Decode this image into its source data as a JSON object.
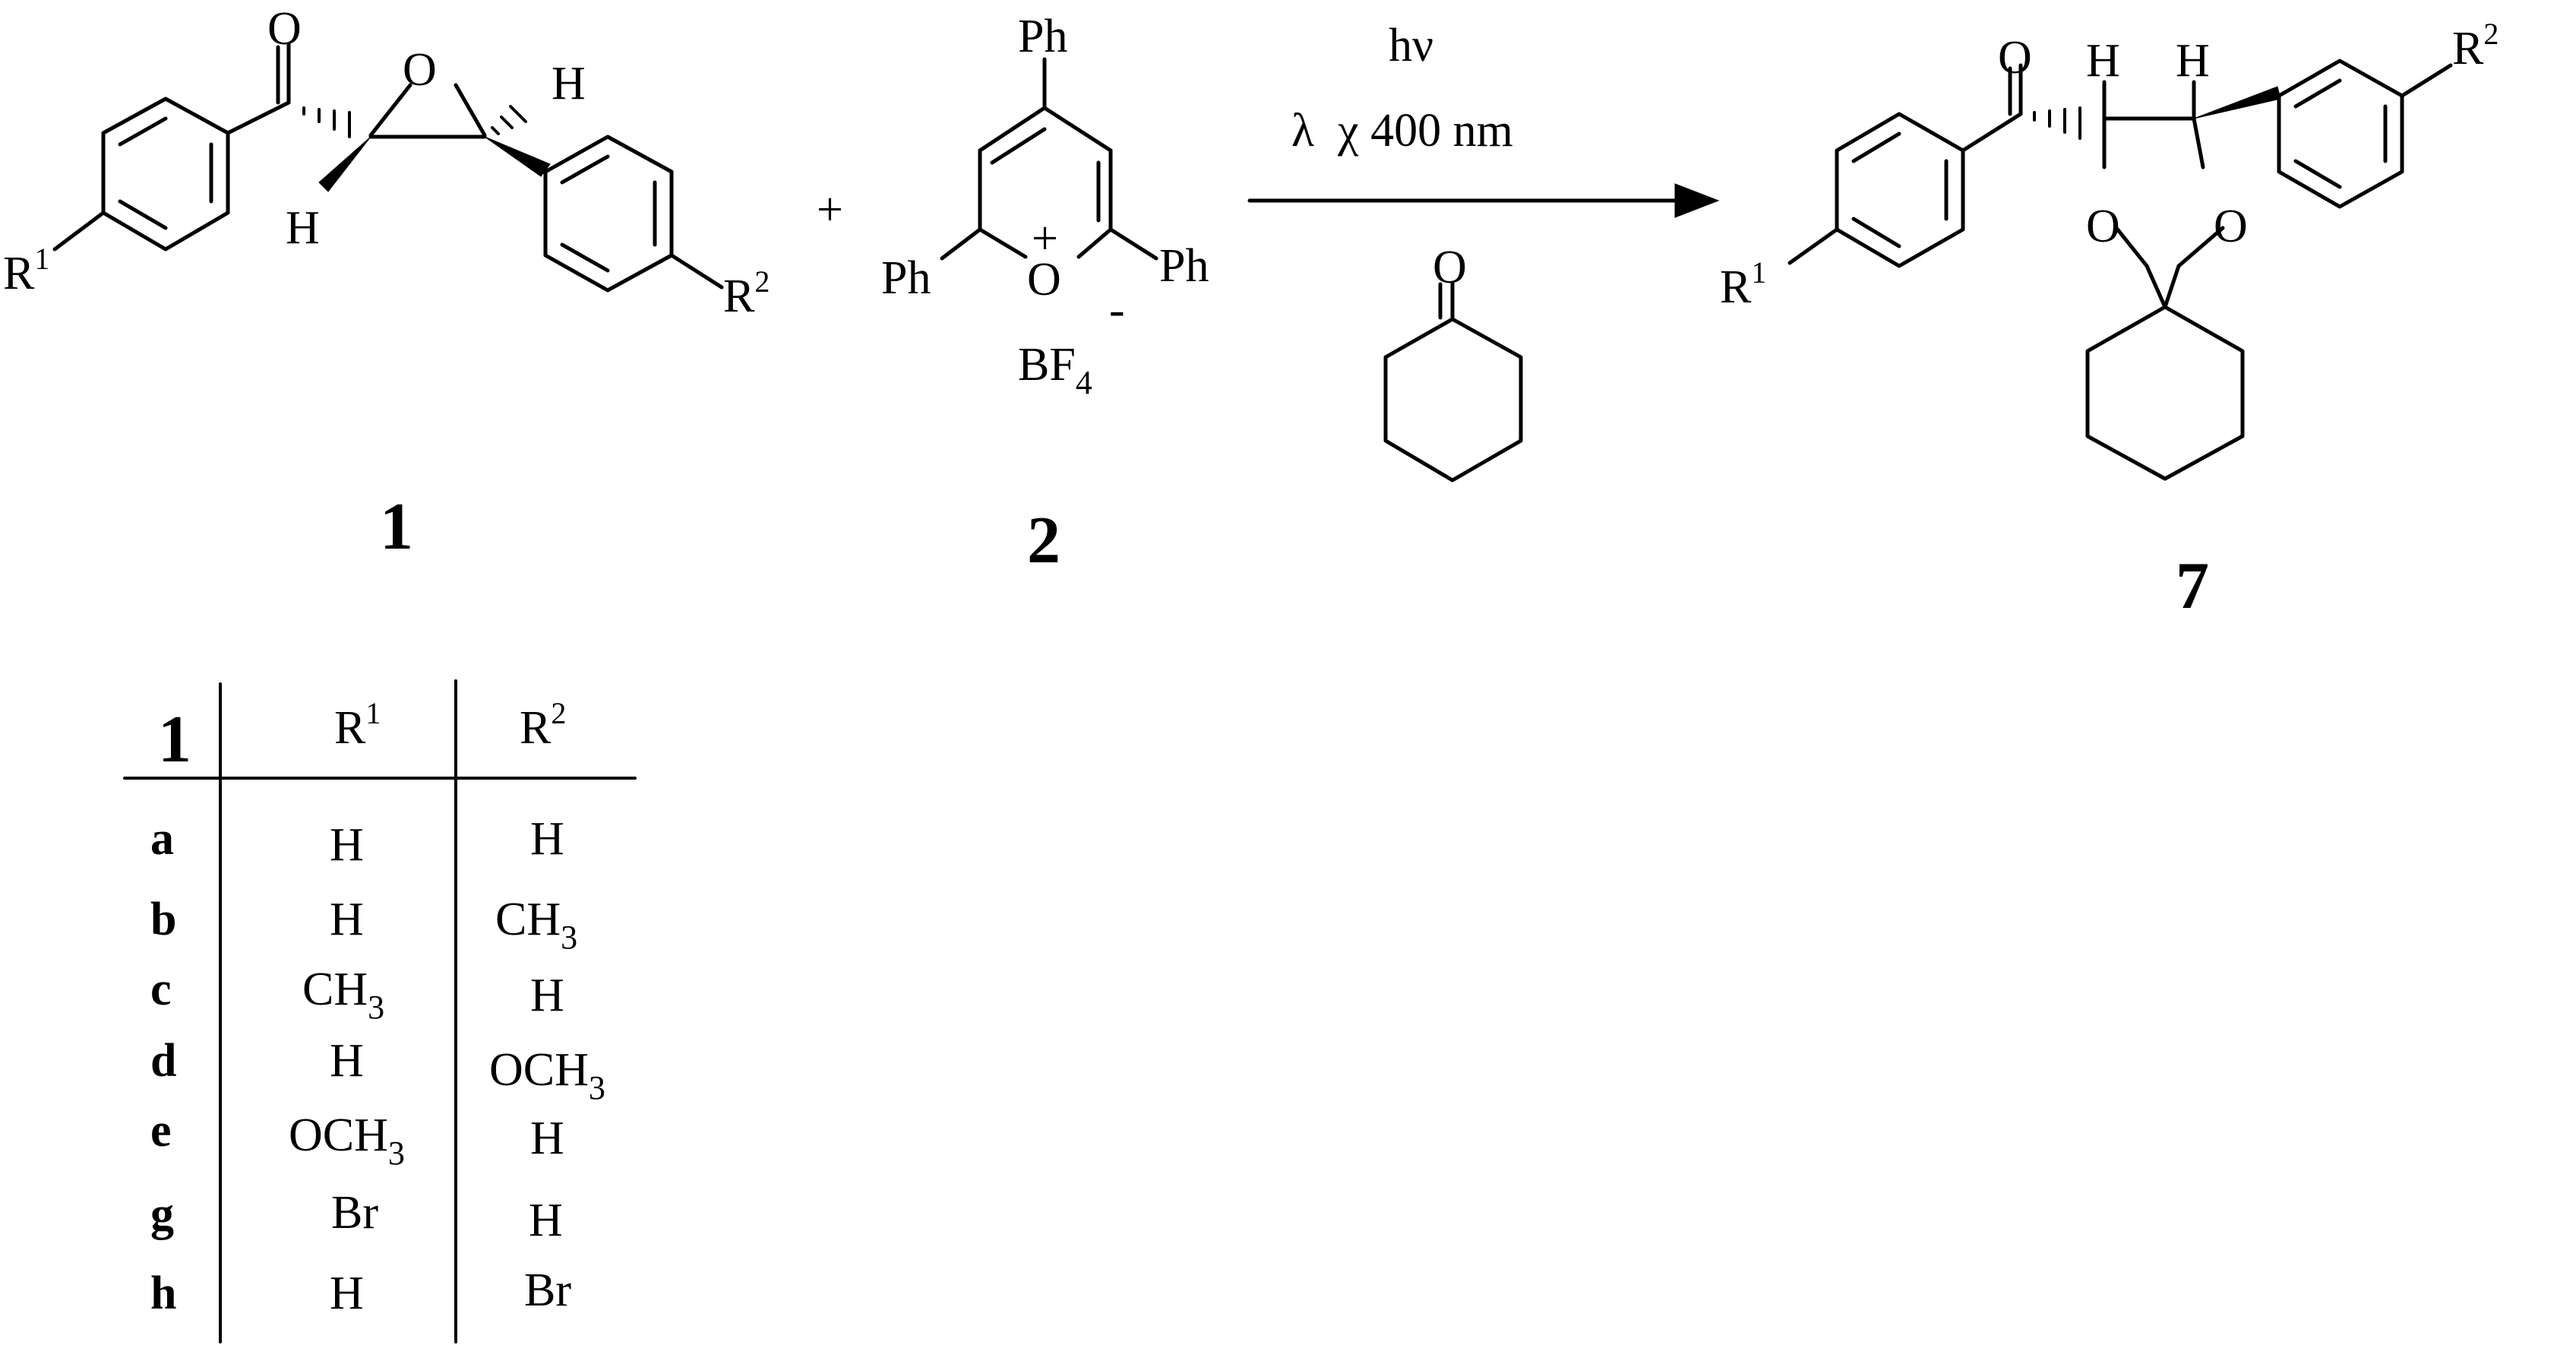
{
  "reactants": {
    "epoxide": {
      "number": "1",
      "atoms": {
        "O_carbonyl": "O",
        "O_ring": "O",
        "H1": "H",
        "H2": "H",
        "R1": "R",
        "R1_sup": "1",
        "R2": "R",
        "R2_sup": "2"
      }
    },
    "plus": "+",
    "pyrylium": {
      "number": "2",
      "atoms": {
        "Ph_top": "Ph",
        "Ph_left": "Ph",
        "Ph_right": "Ph",
        "O": "O",
        "plus_charge": "+",
        "counterion": "BF",
        "counterion_sub": "4",
        "minus_charge": "-"
      }
    }
  },
  "conditions": {
    "line1": "hν",
    "line2": "λ  χ 400 nm",
    "solvent_O": "O"
  },
  "product": {
    "number": "7",
    "atoms": {
      "O_carbonyl": "O",
      "H1": "H",
      "H2": "H",
      "O_left": "O",
      "O_right": "O",
      "R1": "R",
      "R1_sup": "1",
      "R2": "R",
      "R2_sup": "2"
    }
  },
  "table": {
    "headers": {
      "col0": "1",
      "col1": "R",
      "col1_sup": "1",
      "col2": "R",
      "col2_sup": "2"
    },
    "rows": [
      {
        "label": "a",
        "r1": "H",
        "r1_sub": "",
        "r2": "H",
        "r2_sub": ""
      },
      {
        "label": "b",
        "r1": "H",
        "r1_sub": "",
        "r2": "CH",
        "r2_sub": "3"
      },
      {
        "label": "c",
        "r1": "CH",
        "r1_sub": "3",
        "r2": "H",
        "r2_sub": ""
      },
      {
        "label": "d",
        "r1": "H",
        "r1_sub": "",
        "r2": "OCH",
        "r2_sub": "3"
      },
      {
        "label": "e",
        "r1": "OCH",
        "r1_sub": "3",
        "r2": "H",
        "r2_sub": ""
      },
      {
        "label": "g",
        "r1": "Br",
        "r1_sub": "",
        "r2": "H",
        "r2_sub": ""
      },
      {
        "label": "h",
        "r1": "H",
        "r1_sub": "",
        "r2": "Br",
        "r2_sub": ""
      }
    ]
  }
}
